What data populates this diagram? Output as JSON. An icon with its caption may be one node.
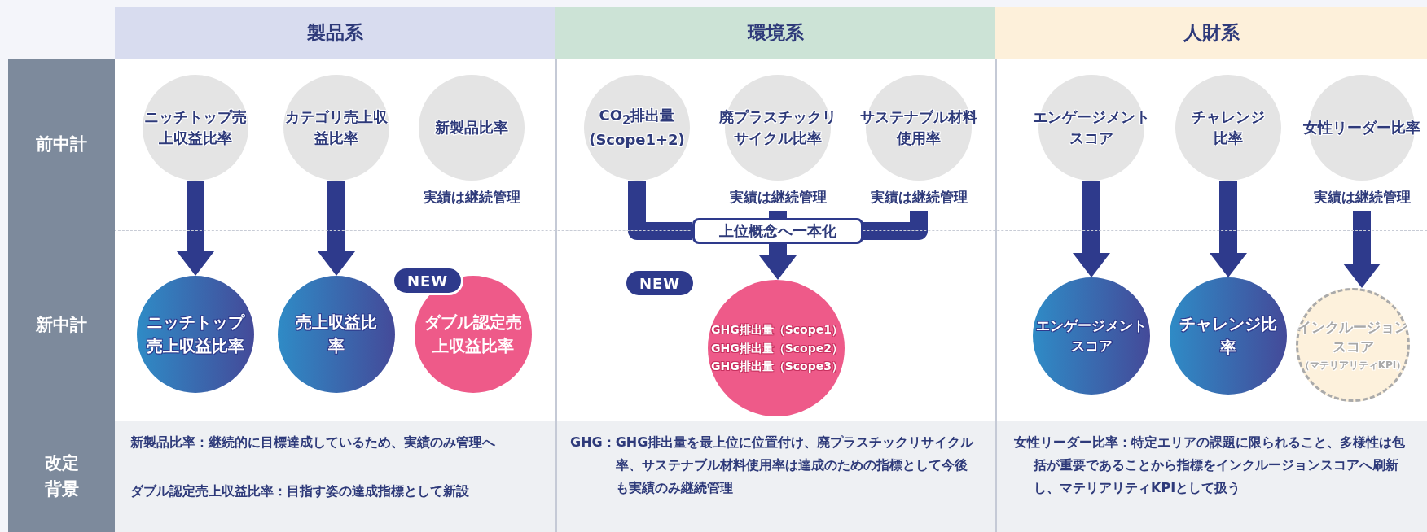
{
  "diagram": {
    "nodes": [
      {
        "text": [
          "製品系"
        ]
      },
      {
        "text": [
          "環境系"
        ]
      },
      {
        "text": [
          "人財系"
        ]
      },
      {
        "text": [
          "前中計"
        ]
      },
      {
        "text": [
          "新中計"
        ]
      },
      {
        "text": [
          "改定背景"
        ]
      },
      {
        "text": [
          "ニッチトップ売上収益比率"
        ]
      },
      {
        "text": [
          "カテゴリ売上収益比率"
        ]
      },
      {
        "text": [
          "新製品比率"
        ],
        "beside": [
          "実績は継続管理"
        ]
      },
      {
        "text": [
          "CO$_{2}$排出量 (Scope1+2)"
        ]
      },
      {
        "text": [
          "廃プラスチックリサイクル比率"
        ],
        "beside": [
          "実績は継続管理"
        ]
      },
      {
        "text": [
          "サステナブル材料使用率"
        ],
        "beside": [
          "実績は継続管理"
        ]
      },
      {
        "text": [
          "エンゲージメントスコア"
        ]
      },
      {
        "text": [
          "チャレンジ比率"
        ]
      },
      {
        "text": [
          "女性リーダー比率"
        ],
        "beside": [
          "実績は継続管理"
        ]
      },
      {
        "text": [
          "上位概念へ一本化"
        ]
      },
      {
        "text": [
          "ニッチトップ売上収益比率"
        ]
      },
      {
        "text": [
          "売上収益比率"
        ]
      },
      {
        "text": [
          "NEW"
        ]
      },
      {
        "text": [
          "ダブル認定売上収益比率"
        ]
      },
      {
        "text": [
          "NEW"
        ]
      },
      {
        "text": [
          "GHG排出量（Scope1）",
          "GHG排出量（Scope2）",
          "GHG排出量（Scope3）"
        ]
      },
      {
        "text": [
          "エンゲージメントスコア"
        ]
      },
      {
        "text": [
          "チャレンジ比率"
        ]
      },
      {
        "text": [
          "インクルージョンスコア",
          "（マテリアリティKPI）"
        ]
      }
    ],
    "edges": [
      {
        "from": 6,
        "to": 16,
        "arrow": "to"
      },
      {
        "from": 7,
        "to": 17,
        "arrow": "to"
      },
      {
        "from": 9,
        "to": 15,
        "arrow": "none"
      },
      {
        "from": 10,
        "to": 15,
        "arrow": "none"
      },
      {
        "from": 11,
        "to": 15,
        "arrow": "none"
      },
      {
        "from": 15,
        "to": 21,
        "arrow": "to"
      },
      {
        "from": 12,
        "to": 22,
        "arrow": "to"
      },
      {
        "from": 13,
        "to": 23,
        "arrow": "to"
      },
      {
        "from": 14,
        "to": 24,
        "arrow": "to"
      }
    ],
    "labels": [
      "新製品比率：継続的に目標達成しているため、実績のみ管理へ",
      "ダブル認定売上収益比率：目指す姿の達成指標として新設",
      "GHG：GHG排出量を最上位に位置付け、廃プラスチックリサイクル率、サステナブル材料使用率は達成のための指標として今後も実績のみ継続管理",
      "女性リーダー比率：特定エリアの課題に限られること、多様性は包括が重要であることから指標をインクルージョンスコアへ刷新し、マテリアリティKPIとして扱う"
    ]
  }
}
